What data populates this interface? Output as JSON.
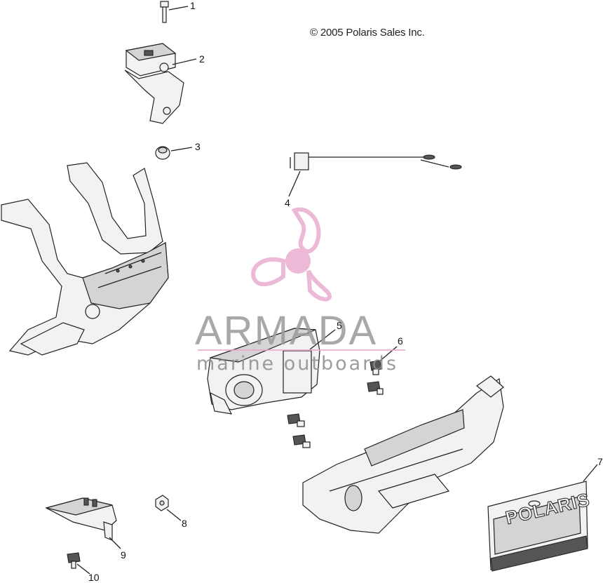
{
  "copyright": "© 2005 Polaris Sales Inc.",
  "callouts": [
    "1",
    "2",
    "3",
    "4",
    "5",
    "6",
    "7",
    "8",
    "9",
    "10"
  ],
  "watermark": {
    "title": "ARMADA",
    "subtitle": "marine outboards",
    "logo_color": "#e8a8cc",
    "text_color": "#9a9a9a"
  },
  "panel_text": "POLARIS"
}
